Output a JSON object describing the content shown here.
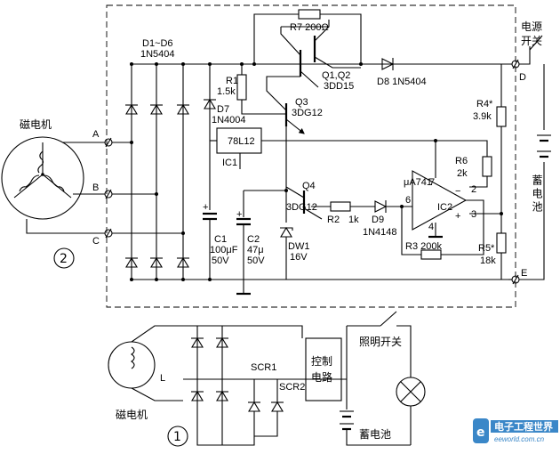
{
  "labels": {
    "d1_d6": "D1~D6",
    "d1_d6_part": "1N5404",
    "r7": "R7 200Ω",
    "q12": "Q1,Q2",
    "q12_part": "3DD15",
    "q3": "Q3",
    "q3_part": "3DG12",
    "r1": "R1",
    "r1_val": "1.5k",
    "d7": "D7",
    "d7_part": "1N4004",
    "d8": "D8  1N5404",
    "ic1_part": "78L12",
    "ic1": "IC1",
    "c1": "C1",
    "c1_val": "100μF",
    "c1_v": "50V",
    "c2": "C2",
    "c2_val": "47μ",
    "c2_v": "50V",
    "dw1": "DW1",
    "dw1_val": "16V",
    "q4": "Q4",
    "q4_part": "3DG12",
    "r2": "R2",
    "r2_val": "1k",
    "d9": "D9",
    "d9_part": "1N4148",
    "ua741": "μA741",
    "ic2": "IC2",
    "r6": "R6",
    "r6_val": "2k",
    "r3": "R3  200k",
    "r4": "R4*",
    "r4_val": "3.9k",
    "r5": "R5*",
    "r5_val": "18k",
    "pin7": "7",
    "pin6": "6",
    "pin4": "4",
    "pin3": "3",
    "pin2": "2",
    "minus": "−",
    "plus": "+",
    "node_a": "A",
    "node_b": "B",
    "node_c": "C",
    "node_d": "D",
    "node_e": "E",
    "power_switch_1": "电源",
    "power_switch_2": "开关",
    "battery_v": "蓄电池",
    "magneto_top": "磁电机",
    "circle2": "2",
    "magneto_bottom": "磁电机",
    "circle1": "1",
    "l": "L",
    "scr1": "SCR1",
    "scr2": "SCR2",
    "ctrl_1": "控制",
    "ctrl_2": "电路",
    "light_switch": "照明开关",
    "battery_bottom": "蓄电池",
    "cap_plus": "+"
  },
  "watermark": {
    "name": "电子工程世界",
    "url": "eeworld.com.cn",
    "logo": "e-logo-icon",
    "color": "#3a87c8"
  }
}
